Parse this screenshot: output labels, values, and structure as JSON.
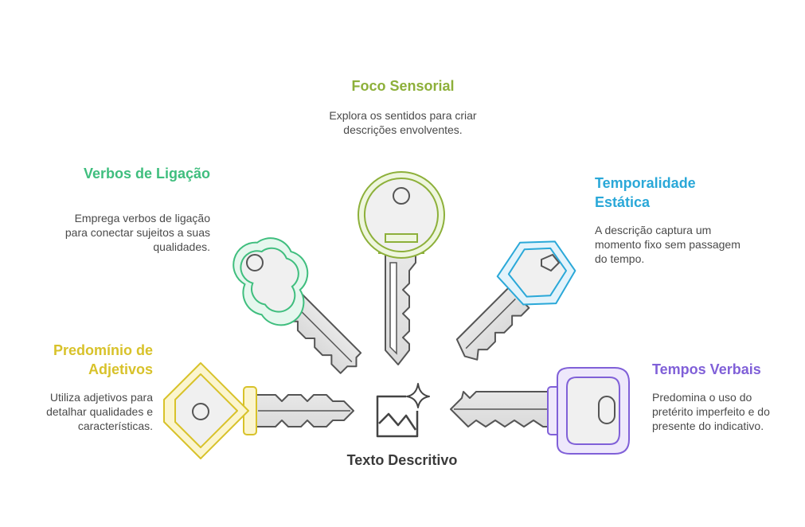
{
  "center_label": "Texto Descritivo",
  "items": [
    {
      "title": "Foco Sensorial",
      "description": "Explora os sentidos para criar descrições envolventes."
    },
    {
      "title": "Verbos de Ligação",
      "description": "Emprega verbos de ligação para conectar sujeitos a suas qualidades."
    },
    {
      "title": "Temporalidade Estática",
      "description": "A descrição captura um momento fixo sem passagem do tempo."
    },
    {
      "title": "Predomínio de Adjetivos",
      "description": "Utiliza adjetivos para detalhar qualidades e características."
    },
    {
      "title": "Tempos Verbais",
      "description": "Predomina o uso do pretérito imperfeito e do presente do indicativo."
    }
  ],
  "colors": {
    "foco": "#8db03a",
    "verbos": "#3fbe7e",
    "temporalidade": "#2aa8d8",
    "adjetivos": "#d8c22a",
    "tempos": "#8060d8"
  },
  "icons": [
    "key-icon",
    "image-sparkle-icon"
  ]
}
